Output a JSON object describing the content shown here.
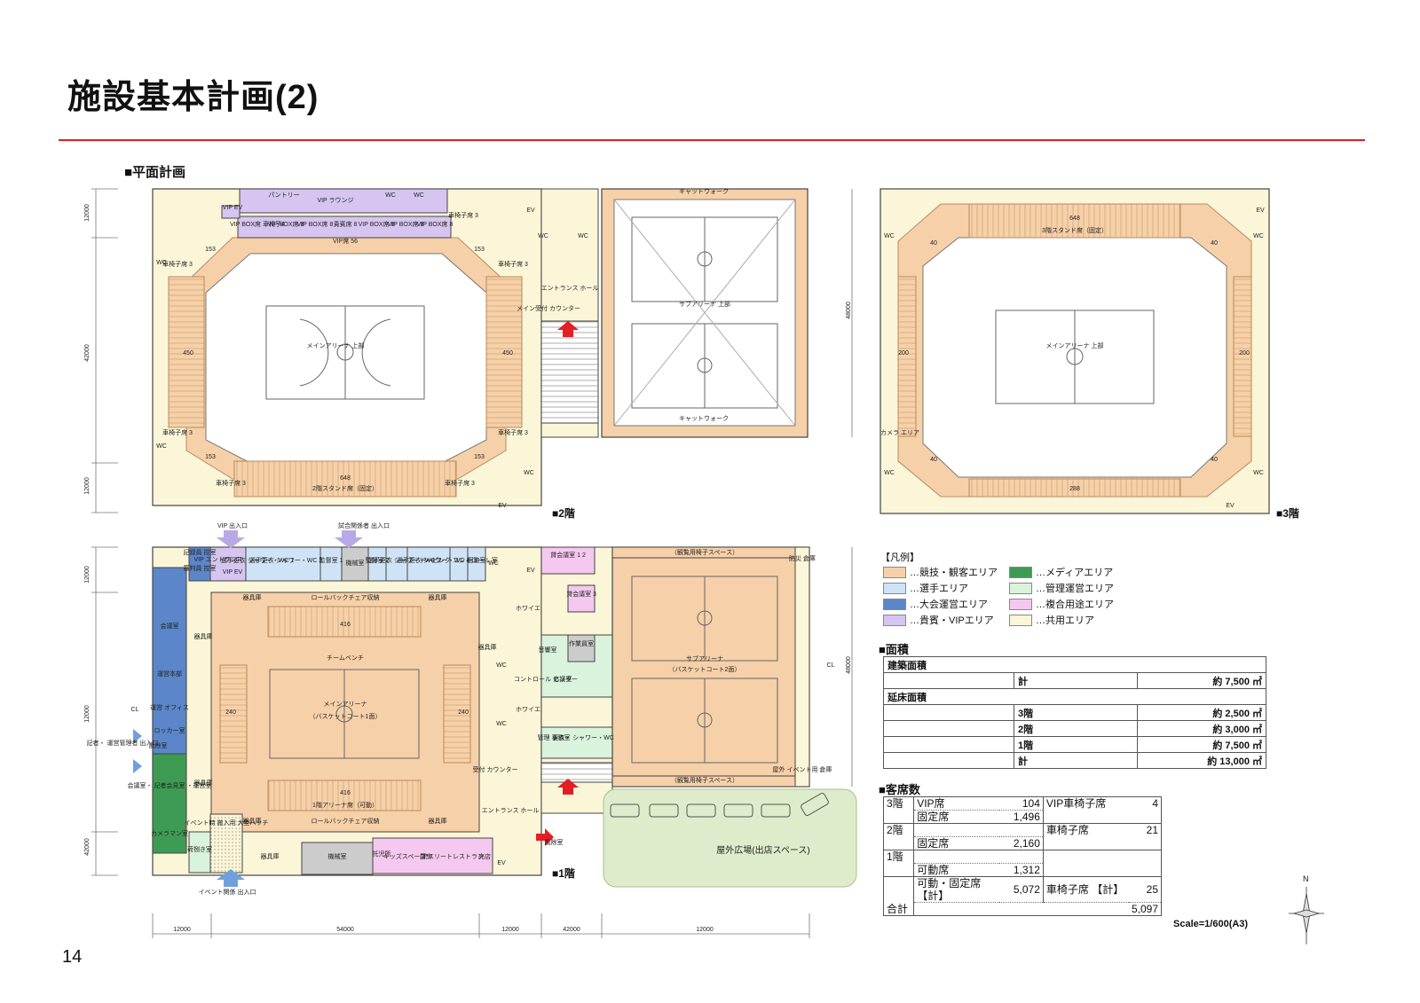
{
  "title": "施設基本計画(2)",
  "page_number": "14",
  "plan": {
    "heading": "■平面計画",
    "floor2": {
      "label": "■2階",
      "rooms": {
        "pantry": "パントリー",
        "vip_lounge": "VIP ラウンジ",
        "wc": "WC",
        "vip_ev": "VIP EV",
        "ev": "EV",
        "vip_box_wheel": "VIP BOX席 車椅子4",
        "vip_box": "VIP BOX席 8",
        "guest_seat": "貴賓席 8",
        "vip_row": "VIP席 56",
        "wheelchair": "車椅子席 3",
        "seats_153": "153",
        "seats_450": "450",
        "arena": "メインアリーナ 上部",
        "stand_648": "648",
        "stand_label": "2階スタンド席（固定）",
        "entrance_hall": "エントランス ホール",
        "reception": "メイン受付 カウンター",
        "catwalk": "キャットウォーク",
        "sub_arena": "サブアリーナ 上部"
      }
    },
    "floor3": {
      "label": "■3階",
      "rooms": {
        "stand_648": "648",
        "stand_label": "3階スタンド席（固定）",
        "seats_40": "40",
        "seats_200": "200",
        "seats_288": "288",
        "arena": "メインアリーナ 上部",
        "camera": "カメラ エリア",
        "wc": "WC",
        "ev": "EV"
      }
    },
    "floor1": {
      "label": "■1階",
      "entries": {
        "vip": "VIP 出入口",
        "match": "試合関係者 出入口",
        "press": "記者・ 運営管理者 出入口",
        "event": "イベント関係 出入口"
      },
      "rooms": {
        "recorder": "記録員 控室",
        "referee": "審判員 控室",
        "vip_entrance": "VIP エントランス",
        "vip_ev": "VIP EV",
        "locker1": "選手更衣 シャワー・WC 1",
        "locker2": "選手更衣 シャワー・WC 2",
        "supervisor1": "監督室 1",
        "machine": "機械室",
        "doping": "ドーピング",
        "supervisor2": "監督室 2",
        "locker3": "選手更衣 シャワー・WC 3",
        "locker4": "選手更衣 シャワー・WC 4",
        "doping2": "ドーピング コントロール 室",
        "medical": "医務室",
        "meeting_room": "貸会議室 1 2",
        "meeting_room3": "貸会議室 3",
        "wc": "WC",
        "ev": "EV",
        "conference": "会議室",
        "operations_hq": "運営本部",
        "operations_office": "運営 オフィス",
        "locker_room": "ロッカー室",
        "wind_room": "風除室",
        "press_conf": "会議室・ 記者会見室 ・運営室",
        "cameraman": "カメラマン室",
        "equipment": "器具庫",
        "roll_back": "ロールバックチェア収納",
        "seats_416": "416",
        "team_bench": "チームベンチ",
        "seats_240": "240",
        "main_arena": "メインアリーナ",
        "court2": "（バスケットコート1面）",
        "floor_seats": "1階アリーナ席（可動）",
        "roll_back_v": "ロールバックチェア収納",
        "event_entry": "イベント時 搬入用 大型ハッチ",
        "unloading": "荷捌き室",
        "foyer": "ホワイエ",
        "sound": "音響室",
        "work_staff": "作業員室",
        "control": "コントロール センター",
        "reception_room": "応接室",
        "management": "管理 事務室",
        "staff_locker": "更衣・ シャワー・WC",
        "reception": "受付 カウンター",
        "entrance_hall": "エントランス ホール",
        "nursery": "託児所",
        "kids": "キッズスペース",
        "kitchen": "厨房",
        "restaurant": "アスリートレストラン",
        "shop": "売店",
        "sub_arena": "サブアリーナ",
        "sub_court": "（バスケットコート2面）",
        "viewing_space": "（観覧用椅子スペース）",
        "disaster": "防災 倉庫",
        "event_storage": "屋外 イベント用 倉庫",
        "outdoor": "屋外広場(出店スペース)",
        "cl": "CL"
      }
    },
    "dimensions": [
      "12000",
      "42000",
      "12000",
      "48000",
      "54000",
      "12000",
      "12000",
      "42000",
      "12000",
      "12000",
      "42000",
      "48000",
      "12000"
    ]
  },
  "legend": {
    "heading": "【凡例】",
    "items": [
      {
        "label": "…競技・観客エリア",
        "color": "#f6d0a8"
      },
      {
        "label": "…選手エリア",
        "color": "#cfe3f6"
      },
      {
        "label": "…大会運営エリア",
        "color": "#5b86c9"
      },
      {
        "label": "…貴賓・VIPエリア",
        "color": "#d5c5f0"
      },
      {
        "label": "…メディアエリア",
        "color": "#3e9b54"
      },
      {
        "label": "…管理運営エリア",
        "color": "#d9f3dc"
      },
      {
        "label": "…複合用途エリア",
        "color": "#f5c8ef"
      },
      {
        "label": "…共用エリア",
        "color": "#fbf6d8"
      }
    ]
  },
  "area": {
    "heading": "■面積",
    "building_area_label": "建築面積",
    "total_label": "計",
    "building_area_value": "約 7,500 ㎡",
    "floor_area_label": "延床面積",
    "rows": [
      {
        "floor": "3階",
        "value": "約 2,500 ㎡"
      },
      {
        "floor": "2階",
        "value": "約 3,000 ㎡"
      },
      {
        "floor": "1階",
        "value": "約 7,500 ㎡"
      },
      {
        "floor": "計",
        "value": "約 13,000 ㎡"
      }
    ]
  },
  "seats": {
    "heading": "■客席数",
    "f3": "3階",
    "f2": "2階",
    "f1": "1階",
    "total": "合計",
    "vip": "VIP席",
    "vip_val": "104",
    "vip_wheel": "VIP車椅子席",
    "vip_wheel_val": "4",
    "fixed3": "固定席",
    "fixed3_val": "1,496",
    "wheel": "車椅子席",
    "wheel_val": "21",
    "fixed2": "固定席",
    "fixed2_val": "2,160",
    "movable": "可動席",
    "movable_val": "1,312",
    "sum_fixed": "可動・固定席【計】",
    "sum_fixed_val": "5,072",
    "sum_wheel": "車椅子席 【計】",
    "sum_wheel_val": "25",
    "grand_val": "5,097"
  },
  "scale": "Scale=1/600(A3)",
  "north": "N"
}
